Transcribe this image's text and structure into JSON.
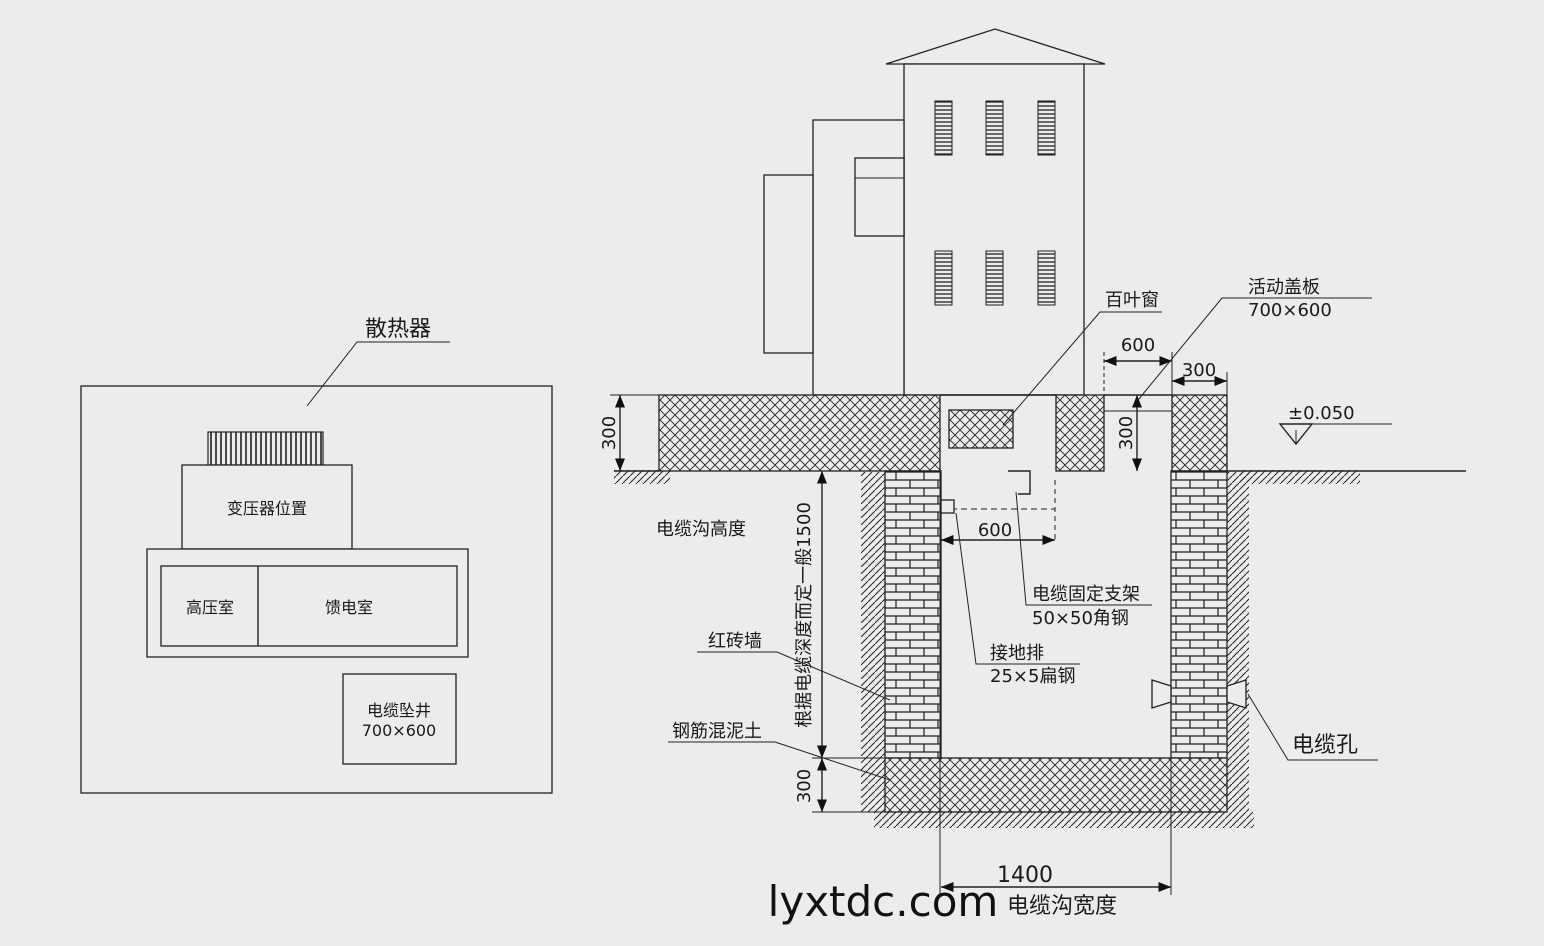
{
  "plan": {
    "radiator_label": "散热器",
    "transformer_label": "变压器位置",
    "hv_room_label": "高压室",
    "feeder_room_label": "馈电室",
    "cable_pit_label": "电缆坠井",
    "cable_pit_size": "700×600"
  },
  "section": {
    "louver_label": "百叶窗",
    "cover_label": "活动盖板",
    "cover_size": "700×600",
    "level_label": "±0.050",
    "dim_600_top": "600",
    "dim_300_top": "300",
    "dim_300_left": "300",
    "dim_300_cover": "300",
    "dim_300_bottom": "300",
    "trench_height_label": "电缆沟高度",
    "trench_depth_note": "根据电缆深度而定一般1500",
    "dim_600_mid": "600",
    "bracket_label": "电缆固定支架",
    "bracket_spec": "50×50角钢",
    "ground_bar_label": "接地排",
    "ground_bar_spec": "25×5扁钢",
    "brick_wall_label": "红砖墙",
    "concrete_label": "钢筋混泥土",
    "cable_hole_label": "电缆孔",
    "width_value": "1400",
    "width_label": "电缆沟宽度"
  },
  "watermark": "lyxtdc.com"
}
